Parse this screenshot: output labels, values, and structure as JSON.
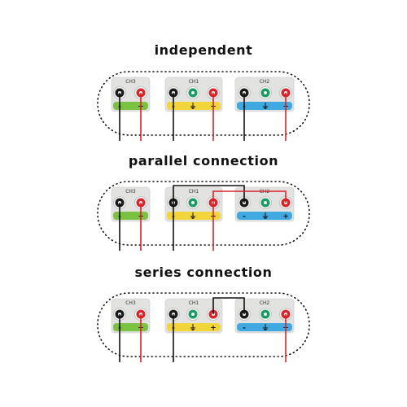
{
  "colors": {
    "ch3_strip": "#7cc242",
    "ch1_strip": "#f2d53a",
    "ch2_strip": "#3fa9e0",
    "panel": "#e2e2e0",
    "plug_black": "#1a1a1a",
    "plug_red": "#d8232a",
    "plug_green": "#169b62",
    "wire_black": "#111111",
    "wire_red": "#d8232a"
  },
  "sections": [
    {
      "title": "independent",
      "channels": [
        {
          "label": "CH3",
          "terminals": [
            "-",
            "+"
          ]
        },
        {
          "label": "CH1",
          "terminals": [
            "-",
            "⏚",
            "+"
          ]
        },
        {
          "label": "CH2",
          "terminals": [
            "-",
            "⏚",
            "+"
          ]
        }
      ],
      "wiring": "each channel wired separately"
    },
    {
      "title": "parallel connection",
      "channels": [
        {
          "label": "CH3",
          "terminals": [
            "-",
            "+"
          ]
        },
        {
          "label": "CH1",
          "terminals": [
            "-",
            "⏚",
            "+"
          ]
        },
        {
          "label": "CH2",
          "terminals": [
            "-",
            "⏚",
            "+"
          ]
        }
      ],
      "wiring": "CH1 - to CH2 -, CH1 + to CH2 +"
    },
    {
      "title": "series connection",
      "channels": [
        {
          "label": "CH3",
          "terminals": [
            "-",
            "+"
          ]
        },
        {
          "label": "CH1",
          "terminals": [
            "-",
            "⏚",
            "+"
          ]
        },
        {
          "label": "CH2",
          "terminals": [
            "-",
            "⏚",
            "+"
          ]
        }
      ],
      "wiring": "CH1 + to CH2 -"
    }
  ]
}
